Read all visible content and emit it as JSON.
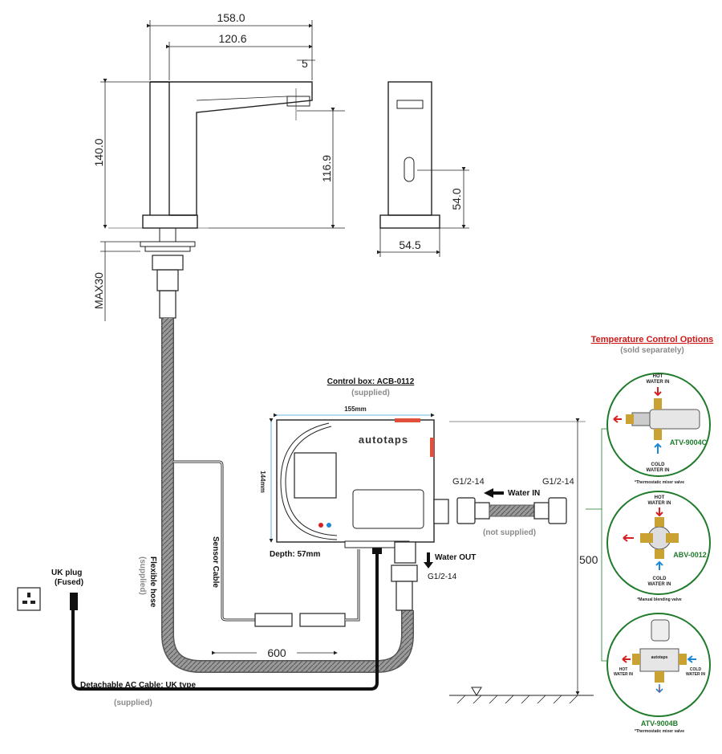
{
  "faucet": {
    "dim_total_width": "158.0",
    "dim_spout_reach": "120.6",
    "dim_angle": "5",
    "dim_height": "140.0",
    "dim_spout_height": "116.9",
    "dim_side_height": "54.0",
    "dim_base_width": "54.5",
    "dim_max_thickness": "MAX30"
  },
  "control_box": {
    "title": "Control box: ACB-0112",
    "supplied": "(supplied)",
    "width": "155mm",
    "height": "144mm",
    "depth": "Depth: 57mm",
    "brand": "autotaps"
  },
  "connections": {
    "inlet_left": "G1/2-14",
    "inlet_right": "G1/2-14",
    "water_in": "Water IN",
    "not_supplied": "(not supplied)",
    "water_out": "Water OUT",
    "outlet_thread": "G1/2-14",
    "dim_500": "500",
    "dim_600": "600",
    "flexible_hose": "Flexible hose",
    "hose_supplied": "(supplied)",
    "sensor_cable": "Sensor Cable",
    "uk_plug": "UK plug",
    "fused": "(Fused)",
    "ac_cable": "Detachable AC Cable: UK type",
    "ac_supplied": "(supplied)"
  },
  "temperature_options": {
    "title": "Temperature Control Options",
    "subtitle": "(sold separately)",
    "options": [
      {
        "model": "ATV-9004C",
        "note": "*Thermostatic mixer valve",
        "hot": "HOT",
        "hot2": "WATER IN",
        "cold": "COLD",
        "cold2": "WATER IN"
      },
      {
        "model": "ABV-0012",
        "note": "*Manual blending valve",
        "hot": "HOT",
        "hot2": "WATER IN",
        "cold": "COLD",
        "cold2": "WATER IN"
      },
      {
        "model": "ATV-9004B",
        "note": "*Thermostatic mixer valve",
        "hot": "HOT",
        "hot2": "WATER IN",
        "cold": "COLD",
        "cold2": "WATER IN",
        "brand": "autotaps"
      }
    ]
  },
  "colors": {
    "hot": "#d62020",
    "cold": "#1e88d8",
    "option_green": "#1f7a2a",
    "title_red": "#d01818",
    "dim_blue": "#3aa0d8",
    "hose": "#777777"
  }
}
